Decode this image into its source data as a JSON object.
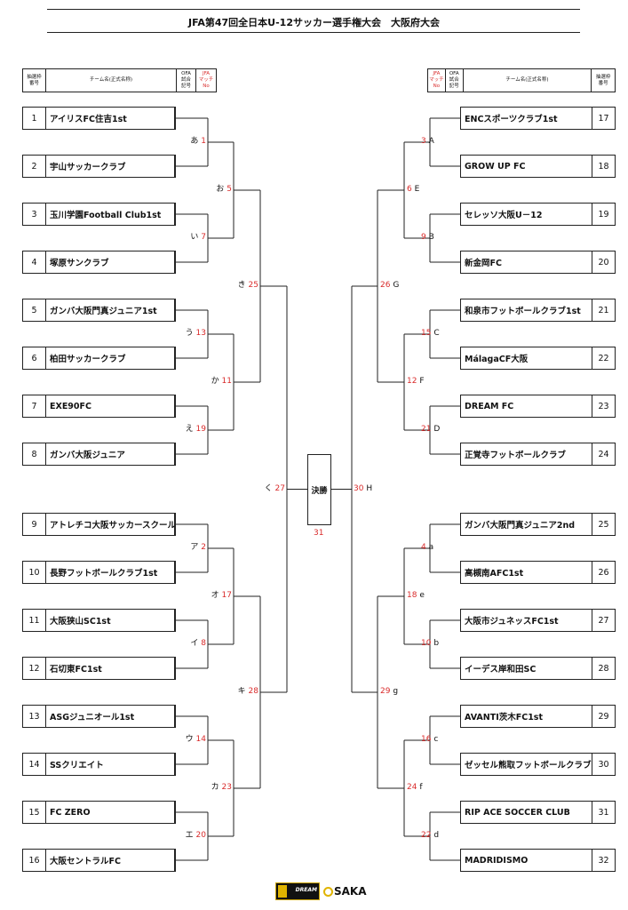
{
  "title": "JFA第47回全日本U-12サッカー選手権大会　大阪府大会",
  "header_left": {
    "draw_no": "抽選枠\n番号",
    "team": "チーム名(正式名称)",
    "ofa": "OFA\n試合\n記号",
    "jfa": "JFA\nマッチ\nNo"
  },
  "header_right": {
    "jfa": "JFA\nマッチ\nNo",
    "ofa": "OFA\n試合\n記号",
    "team": "チーム名(正式名称)",
    "draw_no": "抽選枠\n番号"
  },
  "left_teams": [
    {
      "no": "1",
      "name": "アイリスFC住吉1st"
    },
    {
      "no": "2",
      "name": "宇山サッカークラブ"
    },
    {
      "no": "3",
      "name": "玉川学園Football Club1st"
    },
    {
      "no": "4",
      "name": "塚原サンクラブ"
    },
    {
      "no": "5",
      "name": "ガンバ大阪門真ジュニア1st"
    },
    {
      "no": "6",
      "name": "柏田サッカークラブ"
    },
    {
      "no": "7",
      "name": "EXE90FC"
    },
    {
      "no": "8",
      "name": "ガンバ大阪ジュニア"
    },
    {
      "no": "9",
      "name": "アトレチコ大阪サッカースクール"
    },
    {
      "no": "10",
      "name": "長野フットボールクラブ1st"
    },
    {
      "no": "11",
      "name": "大阪狭山SC1st"
    },
    {
      "no": "12",
      "name": "石切東FC1st"
    },
    {
      "no": "13",
      "name": "ASGジュニオール1st"
    },
    {
      "no": "14",
      "name": "SSクリエイト"
    },
    {
      "no": "15",
      "name": "FC ZERO"
    },
    {
      "no": "16",
      "name": "大阪セントラルFC"
    }
  ],
  "right_teams": [
    {
      "no": "17",
      "name": "ENCスポーツクラブ1st"
    },
    {
      "no": "18",
      "name": "GROW UP FC"
    },
    {
      "no": "19",
      "name": "セレッソ大阪U－12"
    },
    {
      "no": "20",
      "name": "新金岡FC"
    },
    {
      "no": "21",
      "name": "和泉市フットボールクラブ1st"
    },
    {
      "no": "22",
      "name": "MálagaCF大阪"
    },
    {
      "no": "23",
      "name": "DREAM FC"
    },
    {
      "no": "24",
      "name": "正覚寺フットボールクラブ"
    },
    {
      "no": "25",
      "name": "ガンバ大阪門真ジュニア2nd"
    },
    {
      "no": "26",
      "name": "高槻南AFC1st"
    },
    {
      "no": "27",
      "name": "大阪市ジュネッスFC1st"
    },
    {
      "no": "28",
      "name": "イーデス岸和田SC"
    },
    {
      "no": "29",
      "name": "AVANTI茨木FC1st"
    },
    {
      "no": "30",
      "name": "ゼッセル熊取フットボールクラブ"
    },
    {
      "no": "31",
      "name": "RIP ACE SOCCER CLUB"
    },
    {
      "no": "32",
      "name": "MADRIDISMO"
    }
  ],
  "left_matches": [
    {
      "sym": "あ",
      "no": "1"
    },
    {
      "sym": "い",
      "no": "7"
    },
    {
      "sym": "う",
      "no": "13"
    },
    {
      "sym": "え",
      "no": "19"
    },
    {
      "sym": "ア",
      "no": "2"
    },
    {
      "sym": "イ",
      "no": "8"
    },
    {
      "sym": "ウ",
      "no": "14"
    },
    {
      "sym": "エ",
      "no": "20"
    },
    {
      "sym": "お",
      "no": "5"
    },
    {
      "sym": "か",
      "no": "11"
    },
    {
      "sym": "オ",
      "no": "17"
    },
    {
      "sym": "カ",
      "no": "23"
    },
    {
      "sym": "き",
      "no": "25"
    },
    {
      "sym": "キ",
      "no": "28"
    },
    {
      "sym": "く",
      "no": "27"
    }
  ],
  "right_matches": [
    {
      "sym": "A",
      "no": "3"
    },
    {
      "sym": "B",
      "no": "9"
    },
    {
      "sym": "C",
      "no": "15"
    },
    {
      "sym": "D",
      "no": "21"
    },
    {
      "sym": "a",
      "no": "4"
    },
    {
      "sym": "b",
      "no": "10"
    },
    {
      "sym": "c",
      "no": "16"
    },
    {
      "sym": "d",
      "no": "22"
    },
    {
      "sym": "E",
      "no": "6"
    },
    {
      "sym": "F",
      "no": "12"
    },
    {
      "sym": "e",
      "no": "18"
    },
    {
      "sym": "f",
      "no": "24"
    },
    {
      "sym": "G",
      "no": "26"
    },
    {
      "sym": "g",
      "no": "29"
    },
    {
      "sym": "H",
      "no": "30"
    }
  ],
  "final": {
    "label": "決勝",
    "no": "31"
  },
  "footer_logo_text": "DREAM",
  "footer_logo2_text": "SAKA"
}
